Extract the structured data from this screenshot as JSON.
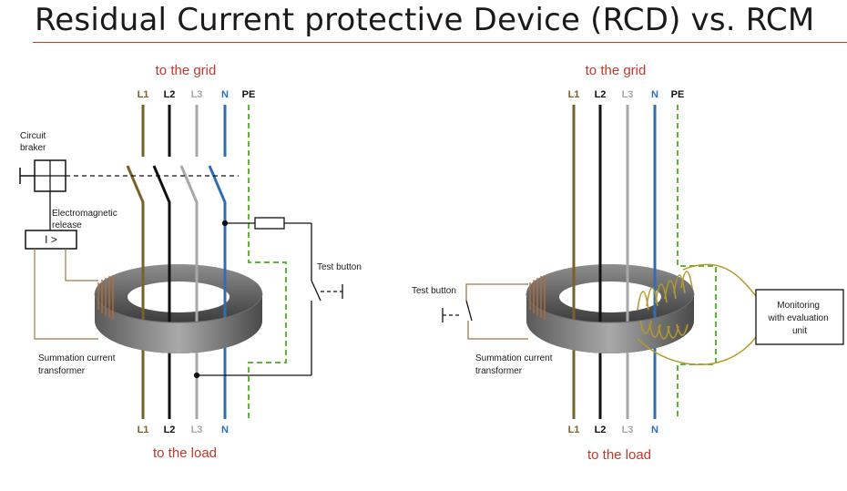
{
  "title": "Residual Current protective Device (RCD) vs. RCM",
  "colors": {
    "accent_red": "#c0392b",
    "L1": "#7a6128",
    "L2": "#111111",
    "L3": "#a8a8a8",
    "N": "#2f6db5",
    "PE": "#5cb833",
    "lead": "#a07848"
  },
  "rcd": {
    "top_label": "to the grid",
    "bottom_label": "to the load",
    "conductors_top": [
      "L1",
      "L2",
      "L3",
      "N",
      "PE"
    ],
    "conductors_bottom": [
      "L1",
      "L2",
      "L3",
      "N"
    ],
    "circuit_breaker": "Circuit\nbraker",
    "em_release": "Electromagnetic\nrelease",
    "em_release_symbol": "I >",
    "test_button": "Test button",
    "transformer": "Summation current\ntransformer"
  },
  "rcm": {
    "top_label": "to the grid",
    "bottom_label": "to the load",
    "conductors_top": [
      "L1",
      "L2",
      "L3",
      "N",
      "PE"
    ],
    "conductors_bottom": [
      "L1",
      "L2",
      "L3",
      "N"
    ],
    "test_button": "Test button",
    "transformer": "Summation current\ntransformer",
    "monitoring_unit": "Monitoring\nwith evaluation\nunit"
  }
}
